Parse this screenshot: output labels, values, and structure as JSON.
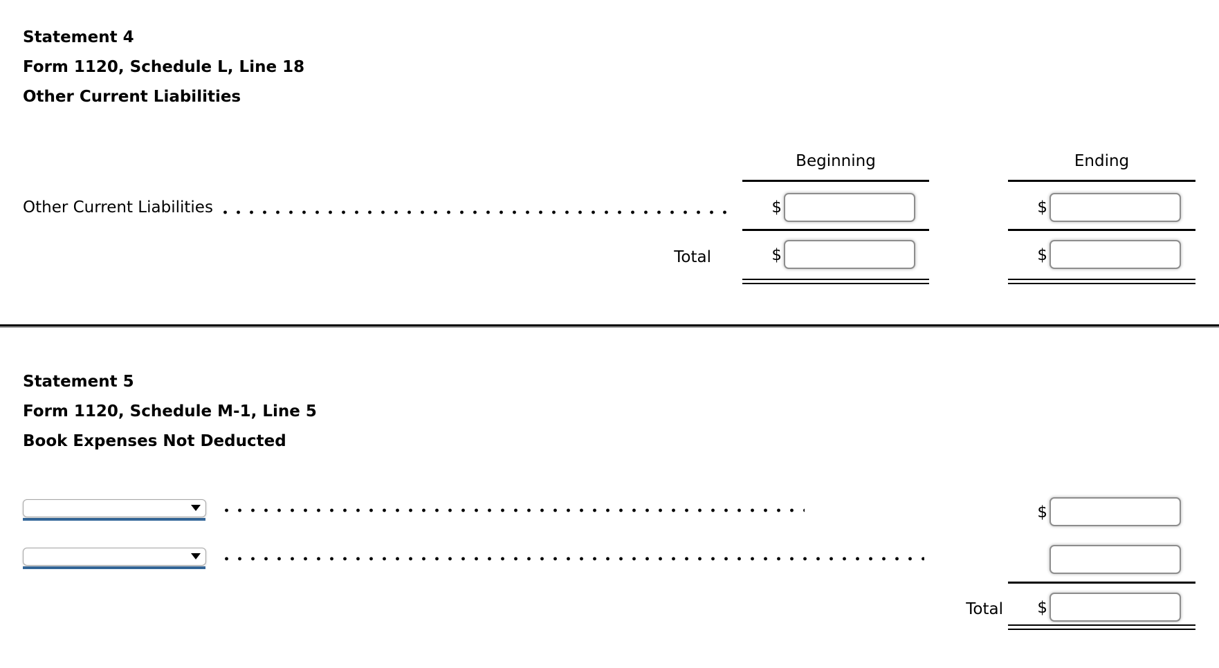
{
  "currency_symbol": "$",
  "colors": {
    "dropdown_underline": "#35689a",
    "rule_color": "#000000"
  },
  "statement4": {
    "title_lines": [
      "Statement 4",
      "Form 1120, Schedule L, Line 18",
      "Other Current Liabilities"
    ],
    "columns": {
      "beginning": "Beginning",
      "ending": "Ending"
    },
    "row_label": "Other Current Liabilities",
    "total_label": "Total",
    "inputs": {
      "row_beginning": "",
      "row_ending": "",
      "total_beginning": "",
      "total_ending": ""
    }
  },
  "statement5": {
    "title_lines": [
      "Statement 5",
      "Form 1120, Schedule M-1, Line 5",
      "Book Expenses Not Deducted"
    ],
    "total_label": "Total",
    "rows": [
      {
        "dropdown_value": "",
        "amount": ""
      },
      {
        "dropdown_value": "",
        "amount": ""
      }
    ],
    "total_amount": ""
  }
}
